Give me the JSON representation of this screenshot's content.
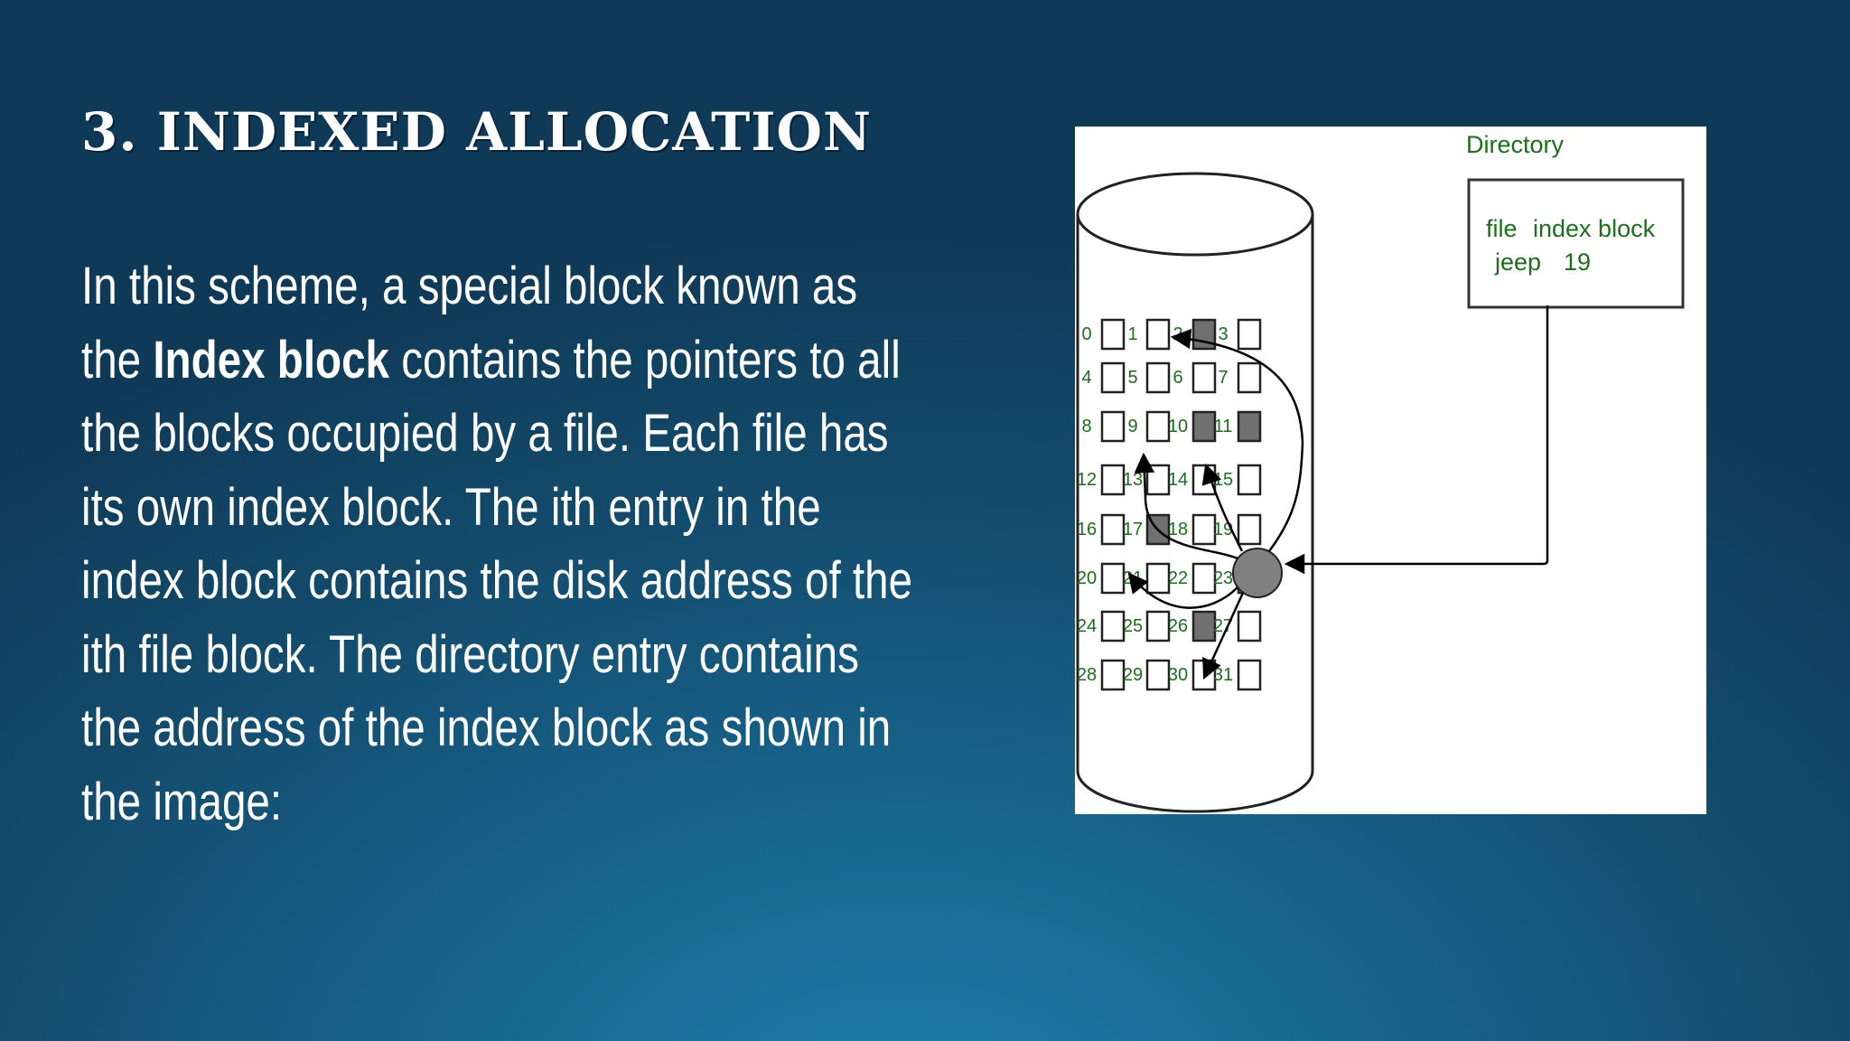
{
  "slide": {
    "title": "3. Indexed Allocation",
    "body": {
      "part1": " In this scheme, a special block known as the ",
      "bold": "Index block",
      "part2": " contains the pointers to all the blocks occupied by a file. Each file has its own index block. The ith entry in the index block contains the disk address of the ith file block. The directory entry contains the address of the index block as shown in the image:"
    }
  },
  "figure": {
    "directory_label": "Directory",
    "header_file": "file",
    "header_index": "index block",
    "entry_file": "jeep",
    "entry_index": "19",
    "blocks": [
      {
        "n": "0",
        "filled": false
      },
      {
        "n": "1",
        "filled": false
      },
      {
        "n": "2",
        "filled": true
      },
      {
        "n": "3",
        "filled": false
      },
      {
        "n": "4",
        "filled": false
      },
      {
        "n": "5",
        "filled": false
      },
      {
        "n": "6",
        "filled": false
      },
      {
        "n": "7",
        "filled": false
      },
      {
        "n": "8",
        "filled": false
      },
      {
        "n": "9",
        "filled": false
      },
      {
        "n": "10",
        "filled": true
      },
      {
        "n": "11",
        "filled": true
      },
      {
        "n": "12",
        "filled": false
      },
      {
        "n": "13",
        "filled": false
      },
      {
        "n": "14",
        "filled": false
      },
      {
        "n": "15",
        "filled": false
      },
      {
        "n": "16",
        "filled": false
      },
      {
        "n": "17",
        "filled": true
      },
      {
        "n": "18",
        "filled": false
      },
      {
        "n": "19",
        "filled": false
      },
      {
        "n": "20",
        "filled": false
      },
      {
        "n": "21",
        "filled": false
      },
      {
        "n": "22",
        "filled": false
      },
      {
        "n": "23",
        "filled": false
      },
      {
        "n": "24",
        "filled": false
      },
      {
        "n": "25",
        "filled": false
      },
      {
        "n": "26",
        "filled": true
      },
      {
        "n": "27",
        "filled": false
      },
      {
        "n": "28",
        "filled": false
      },
      {
        "n": "29",
        "filled": false
      },
      {
        "n": "30",
        "filled": false
      },
      {
        "n": "31",
        "filled": false
      }
    ],
    "index_block": "19"
  }
}
